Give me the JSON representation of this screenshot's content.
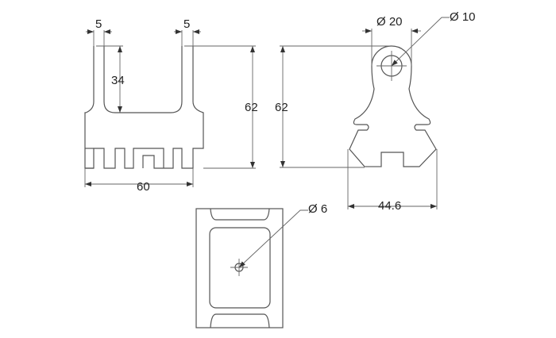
{
  "front_view": {
    "dim_prong_left": "5",
    "dim_prong_right": "5",
    "dim_slot_depth": "34",
    "dim_height": "62",
    "dim_width": "60"
  },
  "side_view": {
    "dim_height": "62",
    "dim_boss_diameter": "Ø 20",
    "dim_hole_diameter": "Ø 10",
    "dim_base_width": "44.6"
  },
  "bottom_view": {
    "dim_hole_diameter": "Ø 6"
  }
}
